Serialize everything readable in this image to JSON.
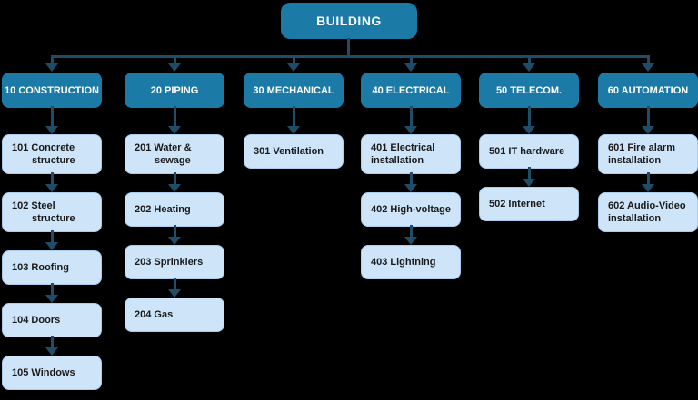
{
  "root": {
    "label": "BUILDING"
  },
  "columns": [
    {
      "label": "10 CONSTRUCTION",
      "items": [
        {
          "lines": [
            "101 Concrete",
            "structure"
          ],
          "hang": true
        },
        {
          "lines": [
            "102 Steel",
            "structure"
          ],
          "hang": true
        },
        {
          "lines": [
            "103 Roofing"
          ]
        },
        {
          "lines": [
            "104 Doors"
          ]
        },
        {
          "lines": [
            "105 Windows"
          ]
        }
      ]
    },
    {
      "label": "20 PIPING",
      "items": [
        {
          "lines": [
            "201 Water &",
            "sewage"
          ],
          "hang": true
        },
        {
          "lines": [
            "202 Heating"
          ]
        },
        {
          "lines": [
            "203 Sprinklers"
          ]
        },
        {
          "lines": [
            "204 Gas"
          ]
        }
      ]
    },
    {
      "label": "30 MECHANICAL",
      "items": [
        {
          "lines": [
            "301 Ventilation"
          ]
        }
      ]
    },
    {
      "label": "40 ELECTRICAL",
      "items": [
        {
          "lines": [
            "401 Electrical",
            "installation"
          ],
          "hang": false
        },
        {
          "lines": [
            "402 High-voltage"
          ]
        },
        {
          "lines": [
            "403 Lightning"
          ]
        }
      ]
    },
    {
      "label": "50 TELECOM.",
      "items": [
        {
          "lines": [
            "501 IT hardware"
          ]
        },
        {
          "lines": [
            "502 Internet"
          ]
        }
      ]
    },
    {
      "label": "60 AUTOMATION",
      "items": [
        {
          "lines": [
            "601 Fire alarm",
            "installation"
          ],
          "hang": false
        },
        {
          "lines": [
            "602 Audio-Video",
            "installation"
          ],
          "hang": false
        }
      ]
    }
  ],
  "colors": {
    "background": "#000000",
    "header_fill": "#1b7aa6",
    "header_text": "#ffffff",
    "item_fill": "#cde4f9",
    "item_border": "#a9cbec",
    "item_text": "#1a1a1a",
    "connector": "#1f4d68"
  }
}
